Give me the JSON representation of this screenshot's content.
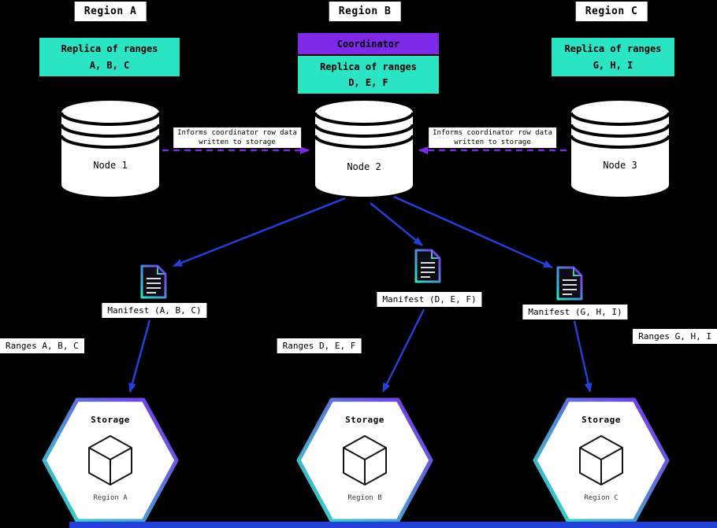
{
  "colors": {
    "background": "#000000",
    "cyan": "#2be4c4",
    "purple": "#7d2ae8",
    "blue": "#2340d8"
  },
  "regions": {
    "a": {
      "header": "Region A",
      "replica": "Replica of ranges\nA, B, C",
      "node": "Node 1",
      "manifest": "Manifest (A, B, C)",
      "ranges": "Ranges A, B, C",
      "storage": {
        "title": "Storage",
        "region": "Region A"
      }
    },
    "b": {
      "header": "Region B",
      "coordinator": "Coordinator",
      "replica": "Replica of ranges\nD, E, F",
      "node": "Node 2",
      "manifest": "Manifest (D, E, F)",
      "ranges": "Ranges D, E, F",
      "storage": {
        "title": "Storage",
        "region": "Region B"
      }
    },
    "c": {
      "header": "Region C",
      "replica": "Replica of ranges\nG, H, I",
      "node": "Node 3",
      "manifest": "Manifest (G, H, I)",
      "ranges": "Ranges G, H, I",
      "storage": {
        "title": "Storage",
        "region": "Region C"
      }
    }
  },
  "annotations": {
    "inform_left": "Informs coordinator row data\nwritten to storage",
    "inform_right": "Informs coordinator row data\nwritten to storage"
  },
  "icons": {
    "node": "database-cylinder-icon",
    "manifest": "manifest-file-icon",
    "storage": "cube-icon"
  }
}
